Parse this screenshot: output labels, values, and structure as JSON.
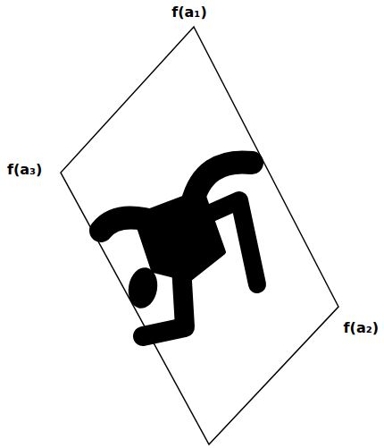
{
  "diagram": {
    "labels": [
      "f(a₁)",
      "f(a₃)",
      "f(a₂)"
    ]
  }
}
